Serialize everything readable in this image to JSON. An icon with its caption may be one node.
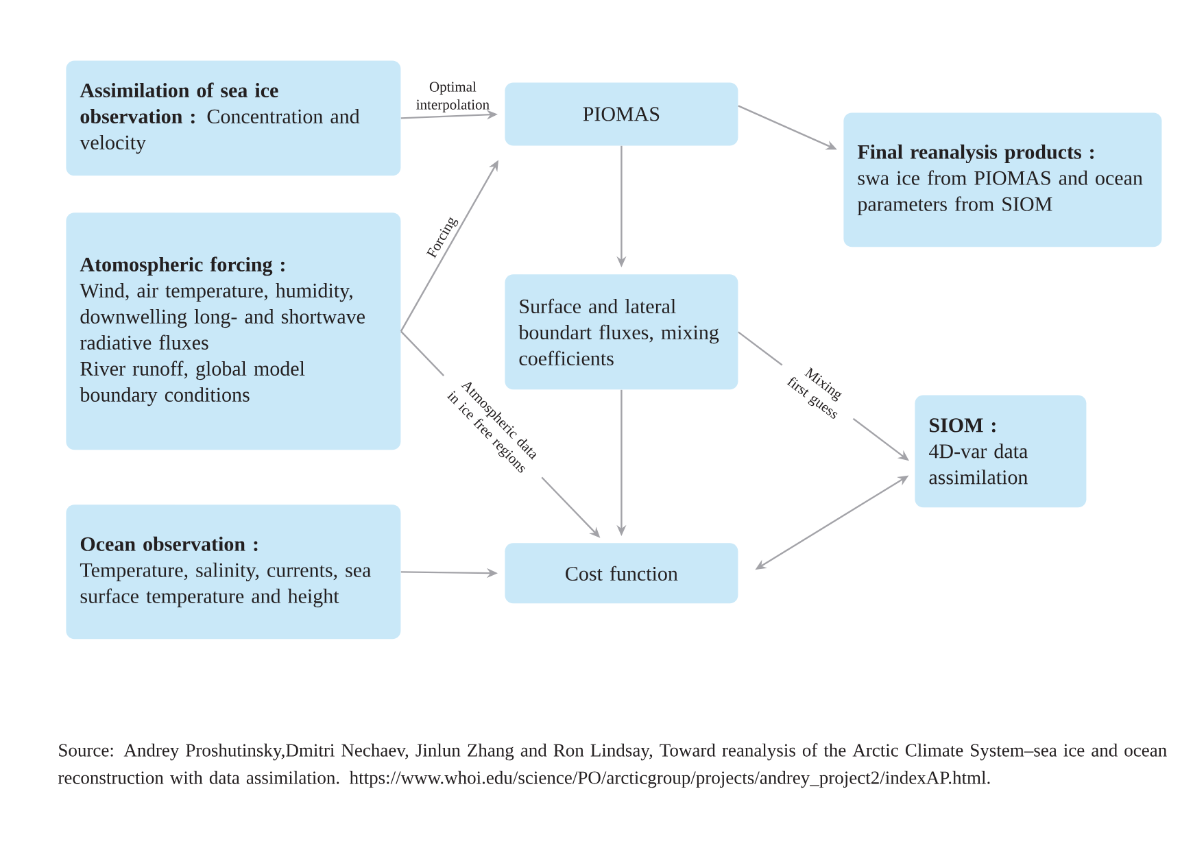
{
  "diagram": {
    "caption": "Source: Andrey Proshutinsky,Dmitri Nechaev, Jinlun Zhang and Ron Lindsay, Toward reanalysis of the Arctic Climate System–sea ice and ocean reconstruction with data assimilation. https://www.whoi.edu/science/PO/arcticgroup/projects/andrey_project2/indexAP.html.",
    "nodes": [
      {
        "text": [
          "**Assimilation of sea ice observation :** Concentration and velocity"
        ]
      },
      {
        "text": [
          "PIOMAS"
        ]
      },
      {
        "text": [
          "Final reanalysis products :",
          "swa ice from PIOMAS and ocean parameters from SIOM"
        ]
      },
      {
        "text": [
          "Atomospheric forcing :",
          "Wind, air temperature, humidity, downwelling long- and shortwave radiative fluxes",
          "River runoff, global model boundary conditions"
        ]
      },
      {
        "text": [
          "Surface and lateral boundart fluxes, mixing coefficients"
        ]
      },
      {
        "text": [
          "SIOM :",
          "4D-var data assimilation"
        ]
      },
      {
        "text": [
          "Ocean  observation :",
          "Temperature, salinity, currents, sea surface temperature and height"
        ]
      },
      {
        "text": [
          "Cost function"
        ]
      }
    ],
    "edges": [
      {
        "from": 0,
        "to": 1,
        "arrow": "to",
        "label": "Optimal interpolation"
      },
      {
        "from": 1,
        "to": 2,
        "arrow": "to"
      },
      {
        "from": 1,
        "to": 4,
        "arrow": "to"
      },
      {
        "from": 3,
        "to": 1,
        "arrow": "to",
        "label": "Forcing"
      },
      {
        "from": 3,
        "to": 7,
        "arrow": "to",
        "label": "Atmospheric data in ice free regions"
      },
      {
        "from": 4,
        "to": 7,
        "arrow": "to"
      },
      {
        "from": 4,
        "to": 5,
        "arrow": "to",
        "label": "Mixing first guess"
      },
      {
        "from": 6,
        "to": 7,
        "arrow": "to"
      },
      {
        "from": 7,
        "to": 5,
        "arrow": "both"
      }
    ]
  }
}
